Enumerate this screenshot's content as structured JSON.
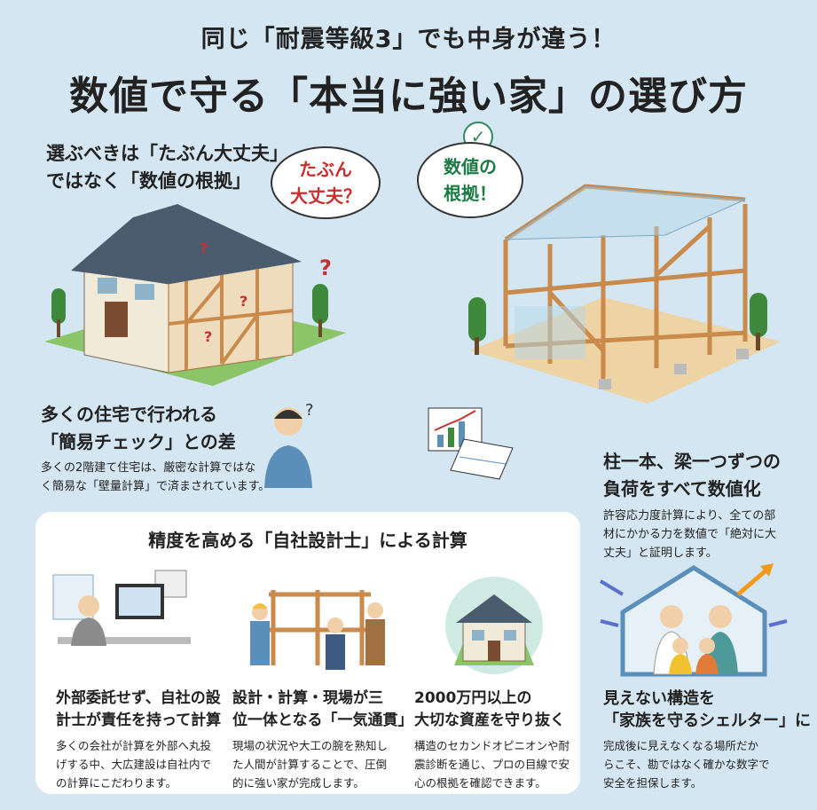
{
  "header": {
    "subtitle": "同じ「耐震等級3」でも中身が違う！",
    "title": "数値で守る「本当に強い家」の選び方"
  },
  "left": {
    "lead": "選ぶべきは「たぶん大丈夫」\nではなく「数値の根拠」",
    "bubble": "たぶん\n大丈夫？",
    "heading": "多くの住宅で行われる\n「簡易チェック」との差",
    "description": "多くの2階建て住宅は、厳密な計算ではな\nく簡易な「壁量計算」で済まされています。"
  },
  "right": {
    "bubble": "数値の\n根拠！",
    "heading": "柱一本、梁一つずつの\n負荷をすべて数値化",
    "description": "許容応力度計算により、全ての部\n材にかかる力を数値で「絶対に大\n丈夫」と証明します。"
  },
  "panel": {
    "title": "精度を高める「自社設計士」による計算",
    "columns": [
      {
        "heading": "外部委託せず、自社の設\n計士が責任を持って計算",
        "description": "多くの会社が計算を外部へ丸投\nげする中、大広建設は自社内で\nの計算にこだわります。"
      },
      {
        "heading": "設計・計算・現場が三\n位一体となる「一気通貫」",
        "description": "現場の状況や大工の腕を熟知し\nた人間が計算することで、圧倒\n的に強い家が完成します。"
      },
      {
        "heading": "2000万円以上の\n大切な資産を守り抜く",
        "description": "構造のセカンドオピニオンや耐\n震診断を通じ、プロの目線で安\n心の根拠を確認できます。"
      }
    ]
  },
  "shelter": {
    "heading": "見えない構造を\n「家族を守るシェルター」に",
    "description": "完成後に見えなくなる場所だか\nらこそ、勘ではなく確かな数字で\n安全を担保します。"
  },
  "colors": {
    "background": "#d4e6f1",
    "accent_red": "#c83030",
    "accent_green": "#2e8b57",
    "wood": "#c98a4b",
    "grass": "#8cc46a"
  }
}
